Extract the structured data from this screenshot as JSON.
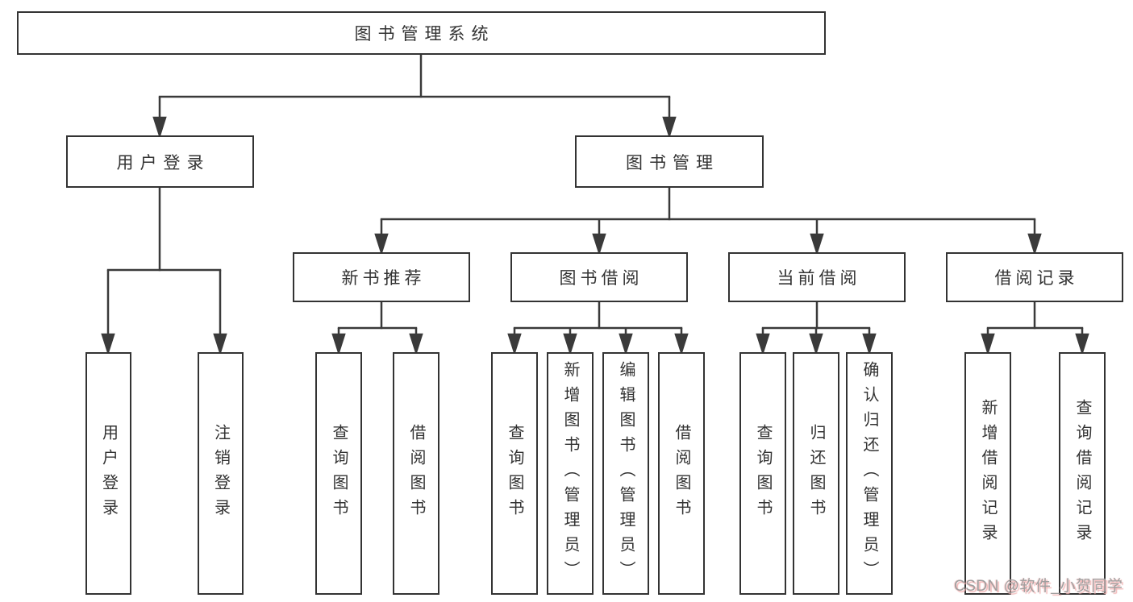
{
  "diagram_title": "图书管理系统",
  "colors": {
    "background": "#ffffff",
    "box_border": "#333333",
    "line": "#3a3a3a",
    "text": "#333333",
    "watermark_text": "#9a9a9a",
    "watermark_glow": "#f0b0b0"
  },
  "tree": {
    "label": "图书管理系统",
    "children": [
      {
        "label": "用户登录",
        "children": [
          {
            "label": "用户登录"
          },
          {
            "label": "注销登录"
          }
        ]
      },
      {
        "label": "图书管理",
        "children": [
          {
            "label": "新书推荐",
            "children": [
              {
                "label": "查询图书"
              },
              {
                "label": "借阅图书"
              }
            ]
          },
          {
            "label": "图书借阅",
            "children": [
              {
                "label": "查询图书"
              },
              {
                "label": "新增图书（管理员）"
              },
              {
                "label": "编辑图书（管理员）"
              },
              {
                "label": "借阅图书"
              }
            ]
          },
          {
            "label": "当前借阅",
            "children": [
              {
                "label": "查询图书"
              },
              {
                "label": "归还图书"
              },
              {
                "label": "确认归还（管理员）"
              }
            ]
          },
          {
            "label": "借阅记录",
            "children": [
              {
                "label": "新增借阅记录"
              },
              {
                "label": "查询借阅记录"
              }
            ]
          }
        ]
      }
    ]
  },
  "watermark": {
    "text": "CSDN @软件_小贺同学"
  }
}
